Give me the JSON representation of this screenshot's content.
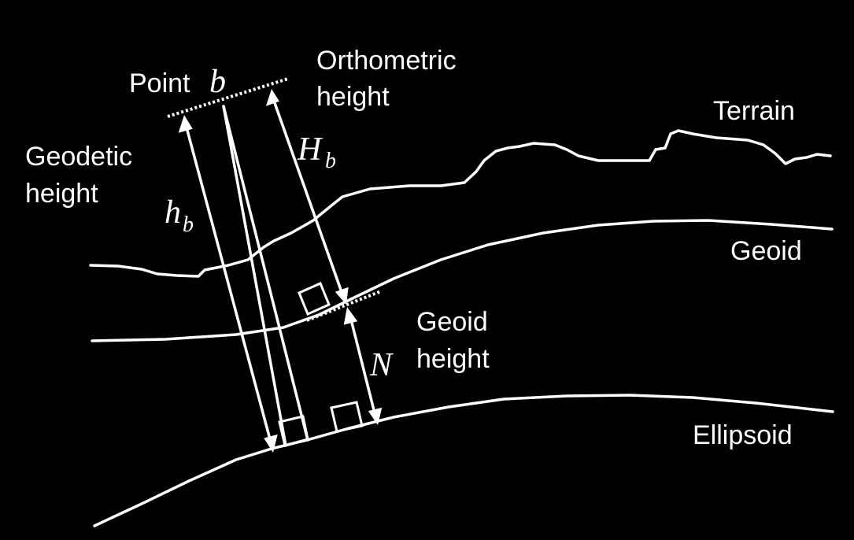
{
  "colors": {
    "background": "#000000",
    "foreground": "#ffffff"
  },
  "labels": {
    "point_word": "Point",
    "point_symbol": "b",
    "orthometric_line1": "Orthometric",
    "orthometric_line2": "height",
    "geodetic_line1": "Geodetic",
    "geodetic_line2": "height",
    "geoid_height_line1": "Geoid",
    "geoid_height_line2": "height",
    "terrain": "Terrain",
    "geoid": "Geoid",
    "ellipsoid": "Ellipsoid"
  },
  "symbols": {
    "geodetic_main": "h",
    "geodetic_sub": "b",
    "orthometric_main": "H",
    "orthometric_sub": "b",
    "geoid_height": "N"
  }
}
